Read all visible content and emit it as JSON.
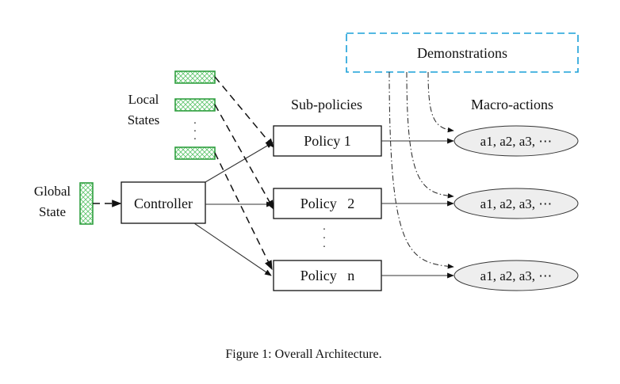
{
  "labels": {
    "demonstrations": "Demonstrations",
    "local_states_line1": "Local",
    "local_states_line2": "States",
    "sub_policies": "Sub-policies",
    "macro_actions": "Macro-actions",
    "global_state_line1": "Global",
    "global_state_line2": "State",
    "controller": "Controller",
    "policy_1": "Policy 1",
    "policy_2": "Policy   2",
    "policy_n": "Policy   n",
    "vertical_ellipsis": "·\n·\n·",
    "macro_action_1": "a1, a2, a3, ⋯",
    "macro_action_2": "a1, a2, a3, ⋯",
    "macro_action_3": "a1, a2, a3, ⋯"
  },
  "caption": "Figure 1: Overall Architecture.",
  "colors": {
    "state_hatch": "#2e9e3e",
    "demonstrations_border": "#1aa0d8",
    "macro_action_fill": "#eeeeee"
  }
}
